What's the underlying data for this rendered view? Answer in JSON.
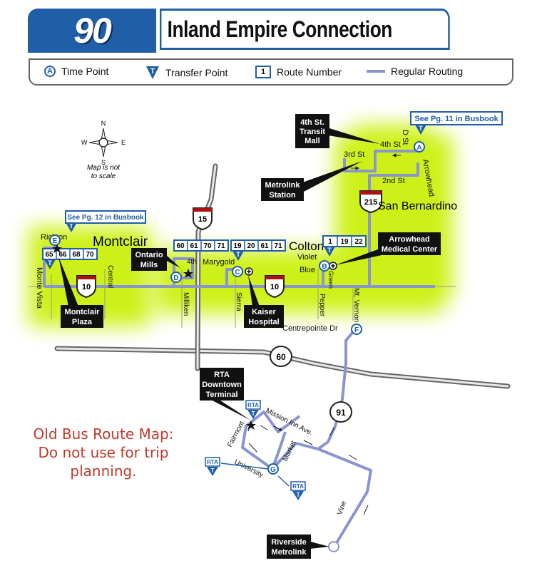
{
  "header": {
    "route_number": "90",
    "route_name": "Inland Empire Connection"
  },
  "legend": {
    "time_point_symbol": "A",
    "time_point_label": "Time Point",
    "transfer_symbol": "T",
    "transfer_label": "Transfer Point",
    "route_number_symbol": "1",
    "route_number_label": "Route Number",
    "regular_routing_label": "Regular Routing"
  },
  "compass": {
    "n": "N",
    "s": "S",
    "e": "E",
    "w": "W",
    "note_line1": "Map is not",
    "note_line2": "to scale"
  },
  "callouts": {
    "busbook_11": "See Pg. 11 in Busbook",
    "busbook_12": "See Pg. 12 in Busbook",
    "transit_mall": [
      "4th St.",
      "Transit",
      "Mall"
    ],
    "metrolink_station": [
      "Metrolink",
      "Station"
    ],
    "ontario_mills": [
      "Ontario",
      "Mills"
    ],
    "montclair_plaza": [
      "Montclair",
      "Plaza"
    ],
    "kaiser": [
      "Kaiser",
      "Hospital"
    ],
    "arrowhead_medical": [
      "Arrowhead",
      "Medical Center"
    ],
    "rta_terminal": [
      "RTA",
      "Downtown",
      "Terminal"
    ],
    "riverside_metrolink": [
      "Riverside",
      "Metrolink"
    ]
  },
  "time_points": [
    "A",
    "B",
    "C",
    "D",
    "E",
    "F",
    "G"
  ],
  "transfer_routes": {
    "montclair": [
      "65",
      "66",
      "68",
      "70"
    ],
    "ontario": [
      "60",
      "61",
      "70",
      "71"
    ],
    "marygold": [
      "19",
      "20",
      "61",
      "71"
    ],
    "colton": [
      "1",
      "19",
      "22"
    ]
  },
  "places": {
    "montclair": "Montclair",
    "colton": "Colton",
    "san_bernardino": "San Bernardino"
  },
  "streets": {
    "fourth_st_a": "4th St",
    "fourth_st_b": "4th",
    "third_st": "3rd St",
    "second_st": "2nd St",
    "d_st": "D St",
    "arrowhead": "Arrowhead",
    "richton": "Richton",
    "monte_vista": "Monte Vista",
    "central": "Central",
    "milliken": "Milliken",
    "marygold": "Marygold",
    "sierra": "Sierra",
    "violet": "Violet",
    "blue": "Blue",
    "green": "Green",
    "pepper": "Pepper",
    "mt_vernon": "Mt. Vernon",
    "centrepointe": "Centrepointe Dr",
    "mission_inn": "Mission Inn Ave.",
    "fairmont": "Fairmont",
    "market": "Market",
    "university": "University",
    "vine": "Vine"
  },
  "shields": {
    "i15": "15",
    "i215": "215",
    "i10_west": "10",
    "i10_east": "10",
    "sr60": "60",
    "sr91": "91"
  },
  "rta_label": "RTA",
  "transfer_letter": "T",
  "disclaimer": [
    "Old Bus Route Map:",
    "Do not use for trip",
    "planning."
  ],
  "colors": {
    "brand_blue": "#1e5fa8",
    "route_line": "#8a94d1",
    "highlight": "#c8f000",
    "disclaimer_red": "#c0392b"
  }
}
